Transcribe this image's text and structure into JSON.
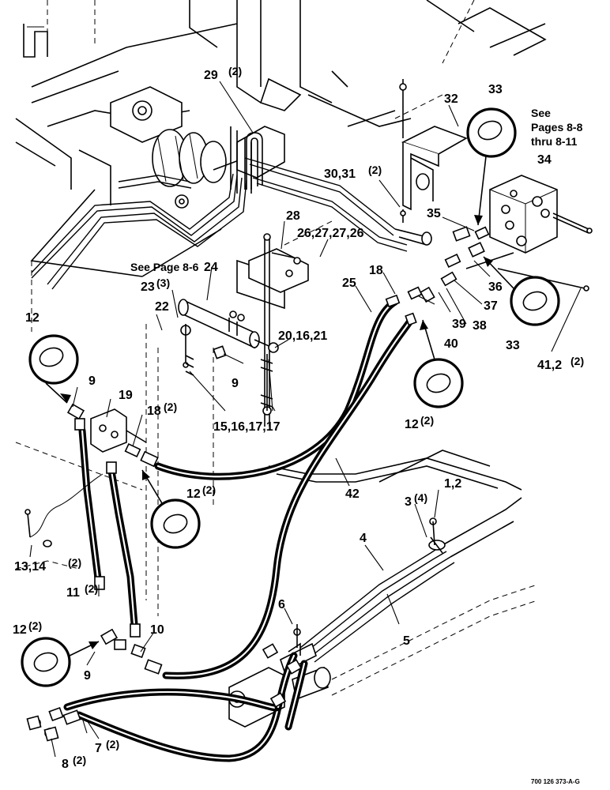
{
  "callouts": {
    "c29": "29",
    "c29q": "(2)",
    "c33a": "33",
    "c32": "32",
    "see_top_1": "See",
    "see_top_2": "Pages 8-8",
    "see_top_3": "thru 8-11",
    "c34": "34",
    "c30_31": "30,31",
    "c30_31q": "(2)",
    "c28": "28",
    "c26_27": "26,27,27,26",
    "c35": "35",
    "see_mid": "See Page 8-6",
    "c24": "24",
    "c23": "23",
    "c23q": "(3)",
    "c25": "25",
    "c18a": "18",
    "c36": "36",
    "c37": "37",
    "c22": "22",
    "c39": "39",
    "c38": "38",
    "c12a": "12",
    "c20_16_21": "20,16,21",
    "c40": "40",
    "c33b": "33",
    "c41_2": "41,2",
    "c41_2q": "(2)",
    "c9a": "9",
    "c9b": "9",
    "c19": "19",
    "c18b": "18",
    "c18bq": "(2)",
    "c15_17": "15,16,17,17",
    "c12b": "12",
    "c12bq": "(2)",
    "c12c": "12",
    "c12cq": "(2)",
    "c42": "42",
    "c1_2": "1,2",
    "c3": "3",
    "c3q": "(4)",
    "c13_14": "13,14",
    "c13_14q": "(2)",
    "c4": "4",
    "c11": "11",
    "c11q": "(2)",
    "c12d": "12",
    "c12dq": "(2)",
    "c6": "6",
    "c5": "5",
    "c10": "10",
    "c9c": "9",
    "c7": "7",
    "c7q": "(2)",
    "c8": "8",
    "c8q": "(2)"
  },
  "doc_id": "700 126 373-A-G"
}
